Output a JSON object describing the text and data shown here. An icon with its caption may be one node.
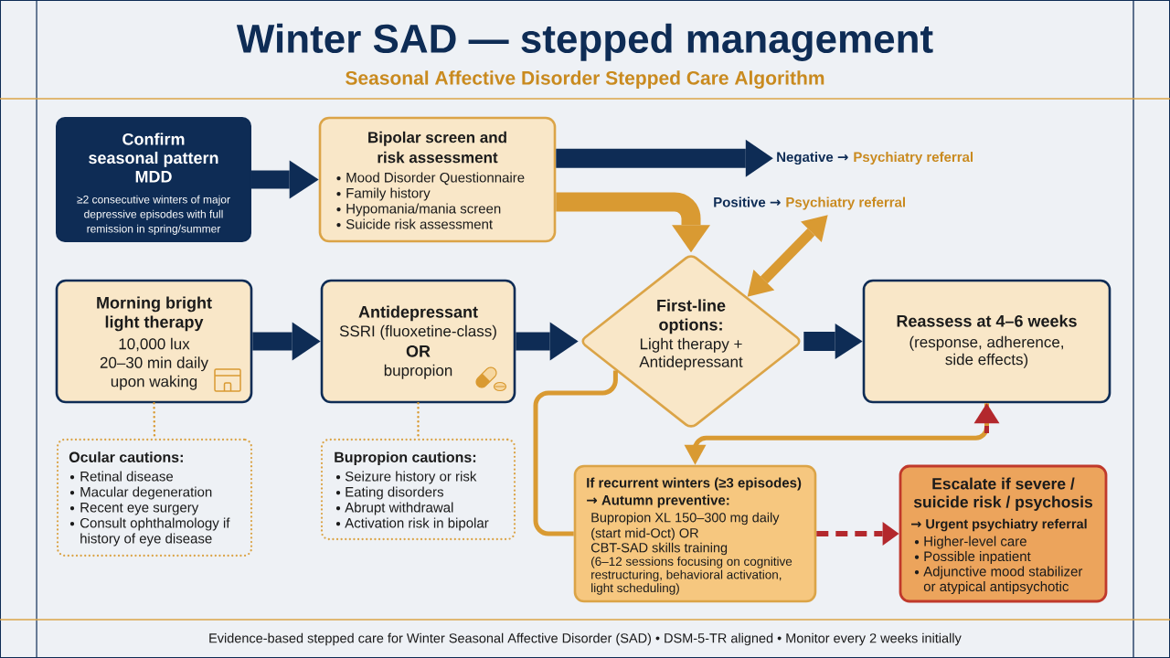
{
  "diagram": {
    "title": "Winter SAD — stepped management",
    "caption": "Evidence-based stepped care for Winter Seasonal Affective Disorder (SAD) • DSM-5-TR aligned • Monitor every 2 weeks initially",
    "nodes": [
      {
        "text": [
          "Confirm seasonal pattern MDD",
          "≥2 consecutive winters of major depressive episodes with full remission in spring/summer"
        ]
      },
      {
        "text": [
          "Bipolar screen and risk assessment",
          "Mood Disorder Questionnaire",
          "Family history",
          "Hypomania/mania screen",
          "Suicide risk assessment"
        ]
      },
      {
        "text": [
          "Negative →",
          "Psychiatry referral"
        ]
      },
      {
        "text": [
          "Positive →",
          "Psychiatry referral"
        ]
      },
      {
        "text": [
          "Morning bright light therapy",
          "10,000 lux 20–30 min daily upon waking"
        ]
      },
      {
        "text": [
          "Antidepressant",
          "SSRI (fluoxetine-class)",
          "OR",
          "bupropion"
        ]
      },
      {
        "text": [
          "First-line options:",
          "Light therapy + Antidepressant"
        ]
      },
      {
        "text": [
          "Reassess at 4–6 weeks",
          "(response, adherence, side effects)"
        ]
      },
      {
        "text": [
          "Ocular cautions:",
          "Retinal disease",
          "Macular degeneration",
          "Recent eye surgery",
          "Consult ophthalmology if history of eye disease"
        ]
      },
      {
        "text": [
          "Bupropion cautions:",
          "Seizure history or risk",
          "Eating disorders",
          "Abrupt withdrawal",
          "Activation risk in bipolar"
        ]
      },
      {
        "text": [
          "If recurrent winters (≥3 episodes) → Autumn preventive:",
          "Bupropion XL 150–300 mg daily (start mid-Oct) OR",
          "CBT-SAD skills training",
          "(6–12 sessions focusing on cognitive restructuring, behavioral activation, light scheduling)"
        ]
      },
      {
        "text": [
          "Escalate if severe / suicide risk / psychosis",
          "→ Urgent psychiatry referral",
          "Higher-level care",
          "Possible inpatient",
          "Adjunctive mood stabilizer or atypical antipsychotic"
        ]
      }
    ],
    "edges": [
      {
        "from": 0,
        "to": 1,
        "arrow": "to",
        "style": "thick",
        "color": "#0e2c55"
      },
      {
        "from": 1,
        "to": 2,
        "arrow": "to",
        "style": "thick",
        "color": "#0e2c55"
      },
      {
        "from": 1,
        "to": 6,
        "arrow": "to",
        "style": "thick"
      },
      {
        "from": 6,
        "to": 3,
        "arrow": "both"
      },
      {
        "from": 4,
        "to": 5,
        "arrow": "to",
        "style": "thick",
        "color": "#0e2c55"
      },
      {
        "from": 5,
        "to": 6,
        "arrow": "to",
        "style": "thick",
        "color": "#0e2c55"
      },
      {
        "from": 6,
        "to": 7,
        "arrow": "to",
        "style": "thick",
        "color": "#0e2c55"
      },
      {
        "from": 4,
        "to": 8,
        "arrow": "none",
        "style": "dashed"
      },
      {
        "from": 5,
        "to": 9,
        "arrow": "none",
        "style": "dashed"
      },
      {
        "from": 6,
        "to": 10,
        "arrow": "none"
      },
      {
        "from": 7,
        "to": 10,
        "arrow": "to"
      },
      {
        "from": 10,
        "to": 11,
        "arrow": "to",
        "style": "dashed",
        "color": "#b3282d"
      },
      {
        "from": null,
        "to": 7,
        "arrow": "to",
        "style": "dashed",
        "color": "#b3282d"
      }
    ],
    "labels": [
      "Seasonal Affective Disorder Stepped Care Algorithm"
    ]
  }
}
